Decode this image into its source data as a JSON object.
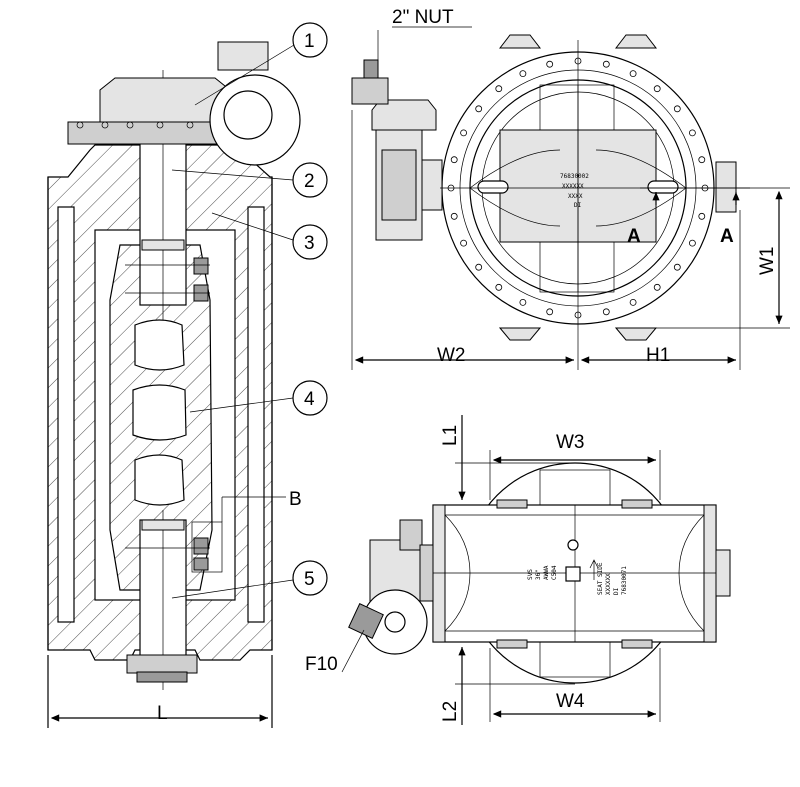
{
  "callouts": {
    "c1": "1",
    "c2": "2",
    "c3": "3",
    "c4": "4",
    "c5": "5",
    "b": "B"
  },
  "dimensions": {
    "l": "L",
    "w1": "W1",
    "w2": "W2",
    "h1": "H1",
    "w3": "W3",
    "w4": "W4",
    "l1": "L1",
    "l2": "L2",
    "f10": "F10",
    "nut": "2\" NUT"
  },
  "section_marks": {
    "a_left": "A",
    "a_right": "A"
  },
  "plate_front": {
    "line1": "76830002",
    "line2": "XXXXXX",
    "line3": "XXXX",
    "line4": "DI"
  },
  "plate_top": {
    "line1": "SVS",
    "line2": "36\"",
    "line3": "AWWA",
    "line4": "C504",
    "line5": "SEAT SIDE",
    "line6": "XXXXXX",
    "line7": "DI",
    "line8": "76830071"
  }
}
